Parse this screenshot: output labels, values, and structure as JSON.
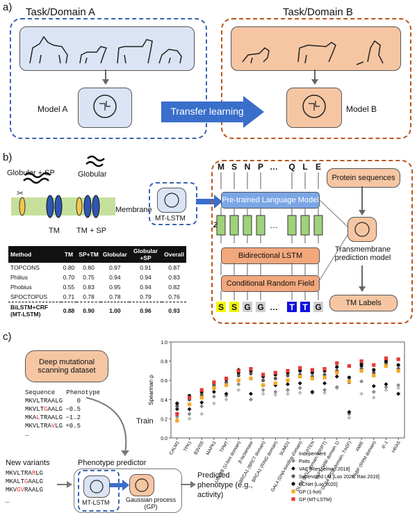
{
  "panel_a": {
    "label": "a)",
    "domain_a": "Task/Domain A",
    "domain_b": "Task/Domain B",
    "model_a": "Model A",
    "model_b": "Model B",
    "transfer": "Transfer learning"
  },
  "panel_b": {
    "label": "b)",
    "globular_sp": "Globular + SP",
    "globular": "Globular",
    "membrane": "Membrane",
    "tm": "TM",
    "tm_sp": "TM + SP",
    "mtlstm": "MT-LSTM",
    "tokens_in": [
      "M",
      "S",
      "N",
      "P",
      "…",
      "Q",
      "L",
      "E"
    ],
    "z_label": "Z",
    "pretrained": "Pre-trained Language Model",
    "bilstm": "Bidirectional LSTM",
    "crf": "Conditional Random Field",
    "tokens_out": [
      "S",
      "S",
      "G",
      "G",
      "…",
      "T",
      "T",
      "G"
    ],
    "protein_seq": "Protein sequences",
    "tm_model": "Transmembrane prediction model",
    "tm_labels": "TM Labels",
    "table": {
      "headers": [
        "Method",
        "TM",
        "SP+TM",
        "Globular",
        "Globular +SP",
        "Overall"
      ],
      "rows": [
        [
          "TOPCONS",
          "0.80",
          "0.80",
          "0.97",
          "0.91",
          "0.87"
        ],
        [
          "Philius",
          "0.70",
          "0.75",
          "0.94",
          "0.94",
          "0.83"
        ],
        [
          "Phobius",
          "0.55",
          "0.83",
          "0.95",
          "0.94",
          "0.82"
        ],
        [
          "SPOCTOPUS",
          "0.71",
          "0.78",
          "0.78",
          "0.79",
          "0.76"
        ],
        [
          "BiLSTM+CRF (MT-LSTM)",
          "0.88",
          "0.90",
          "1.00",
          "0.96",
          "0.93"
        ]
      ]
    }
  },
  "panel_c": {
    "label": "c)",
    "dataset": "Deep mutational scanning dataset",
    "seq_header": "Sequence",
    "phen_header": "Phenotype",
    "train_seqs": [
      {
        "pre": "MKVLTRAALG",
        "mut": "",
        "post": "",
        "val": "0"
      },
      {
        "pre": "MKVLT",
        "mut": "G",
        "post": "AALG",
        "val": "−0.5"
      },
      {
        "pre": "MKA",
        "mut": "L",
        "post": "TRAALG",
        "val": "−1.2"
      },
      {
        "pre": "MKVLTRA",
        "mut": "V",
        "post": "LG",
        "val": "+0.5"
      }
    ],
    "ellipsis": "…",
    "train": "Train",
    "phenotype_predictor": "Phenotype predictor",
    "new_variants": "New variants",
    "new_seqs": [
      {
        "pre": "MKVLTRA",
        "mut": "R",
        "post": "LG"
      },
      {
        "pre": "MKALT",
        "mut": "G",
        "post": "AALG"
      },
      {
        "pre": "MKV",
        "mut": "GV",
        "post": "RAALG"
      }
    ],
    "mtlstm": "MT-LSTM",
    "gp": "Gaussian process (GP)",
    "predicted": "Predicted phenotype (e.g., activity)"
  },
  "chart_data": {
    "type": "scatter",
    "ylabel": "Spearman ρ",
    "ylim": [
      0.0,
      1.0
    ],
    "yticks": [
      "0.0",
      "0.2",
      "0.4",
      "0.6",
      "0.8",
      "1.0"
    ],
    "categories": [
      "CALM1",
      "TPK1",
      "B3VI55",
      "MAPK1",
      "TPMT",
      "UBE4B (U-box domain)",
      "β-lactamase",
      "BRCA1 (BRCT domain)",
      "BRCA1 (RING domain)",
      "SUMO1",
      "GAL4 (DNA-binding domain)",
      "PTEN",
      "DLG4 (PDZ domain, CRIPT)",
      "YAP1 (WW domain 1)",
      "DLG4 (PDZ domain, Tm2F)",
      "AMIE",
      "PABP (RRM domain)",
      "IF-1",
      "HRAS"
    ],
    "series": [
      {
        "name": "Independent",
        "color": "#bdbdbd",
        "marker": "diamond",
        "values": [
          0.18,
          0.2,
          0.25,
          0.36,
          0.4,
          0.5,
          0.4,
          0.46,
          0.45,
          0.46,
          0.47,
          0.48,
          0.47,
          0.52,
          0.21,
          0.46,
          0.42,
          0.5,
          0.52
        ]
      },
      {
        "name": "Potts",
        "color": "#8c8c8c",
        "marker": "diamond",
        "values": [
          0.22,
          0.25,
          0.33,
          0.43,
          0.44,
          0.56,
          0.4,
          0.5,
          0.48,
          0.5,
          0.52,
          0.47,
          0.5,
          0.53,
          0.25,
          0.59,
          0.48,
          0.53,
          0.55
        ]
      },
      {
        "name": "VAE [Riesselman 2018]",
        "color": "#111111",
        "marker": "diamond",
        "values": [
          0.3,
          0.3,
          0.37,
          0.48,
          0.46,
          0.71,
          0.46,
          0.55,
          0.55,
          0.56,
          0.57,
          0.48,
          0.57,
          0.64,
          0.27,
          0.75,
          0.54,
          0.56,
          0.46
        ]
      },
      {
        "name": "Supervised LM [Luo 2020, Rao 2019]",
        "color": "#5c5c5c",
        "marker": "circle",
        "values": [
          0.33,
          0.4,
          0.45,
          0.55,
          0.58,
          0.65,
          0.67,
          0.6,
          0.62,
          0.65,
          0.66,
          0.64,
          0.66,
          0.7,
          0.58,
          0.72,
          0.68,
          0.78,
          0.72
        ]
      },
      {
        "name": "ECNet [Luo 2020]",
        "color": "#111111",
        "marker": "circle",
        "values": [
          0.36,
          0.44,
          0.48,
          0.58,
          0.61,
          0.68,
          0.7,
          0.64,
          0.66,
          0.68,
          0.7,
          0.68,
          0.7,
          0.74,
          0.63,
          0.77,
          0.71,
          0.8,
          0.76
        ]
      },
      {
        "name": "GP (1-hot)",
        "color": "#f5a623",
        "marker": "square",
        "values": [
          0.18,
          0.35,
          0.42,
          0.52,
          0.55,
          0.6,
          0.62,
          0.55,
          0.57,
          0.6,
          0.64,
          0.62,
          0.63,
          0.68,
          0.59,
          0.7,
          0.65,
          0.75,
          0.7
        ]
      },
      {
        "name": "GP (MT-LSTM)",
        "color": "#e53935",
        "marker": "square",
        "values": [
          0.25,
          0.42,
          0.5,
          0.58,
          0.62,
          0.7,
          0.72,
          0.66,
          0.68,
          0.7,
          0.73,
          0.71,
          0.72,
          0.78,
          0.75,
          0.8,
          0.76,
          0.83,
          0.82
        ]
      }
    ]
  }
}
